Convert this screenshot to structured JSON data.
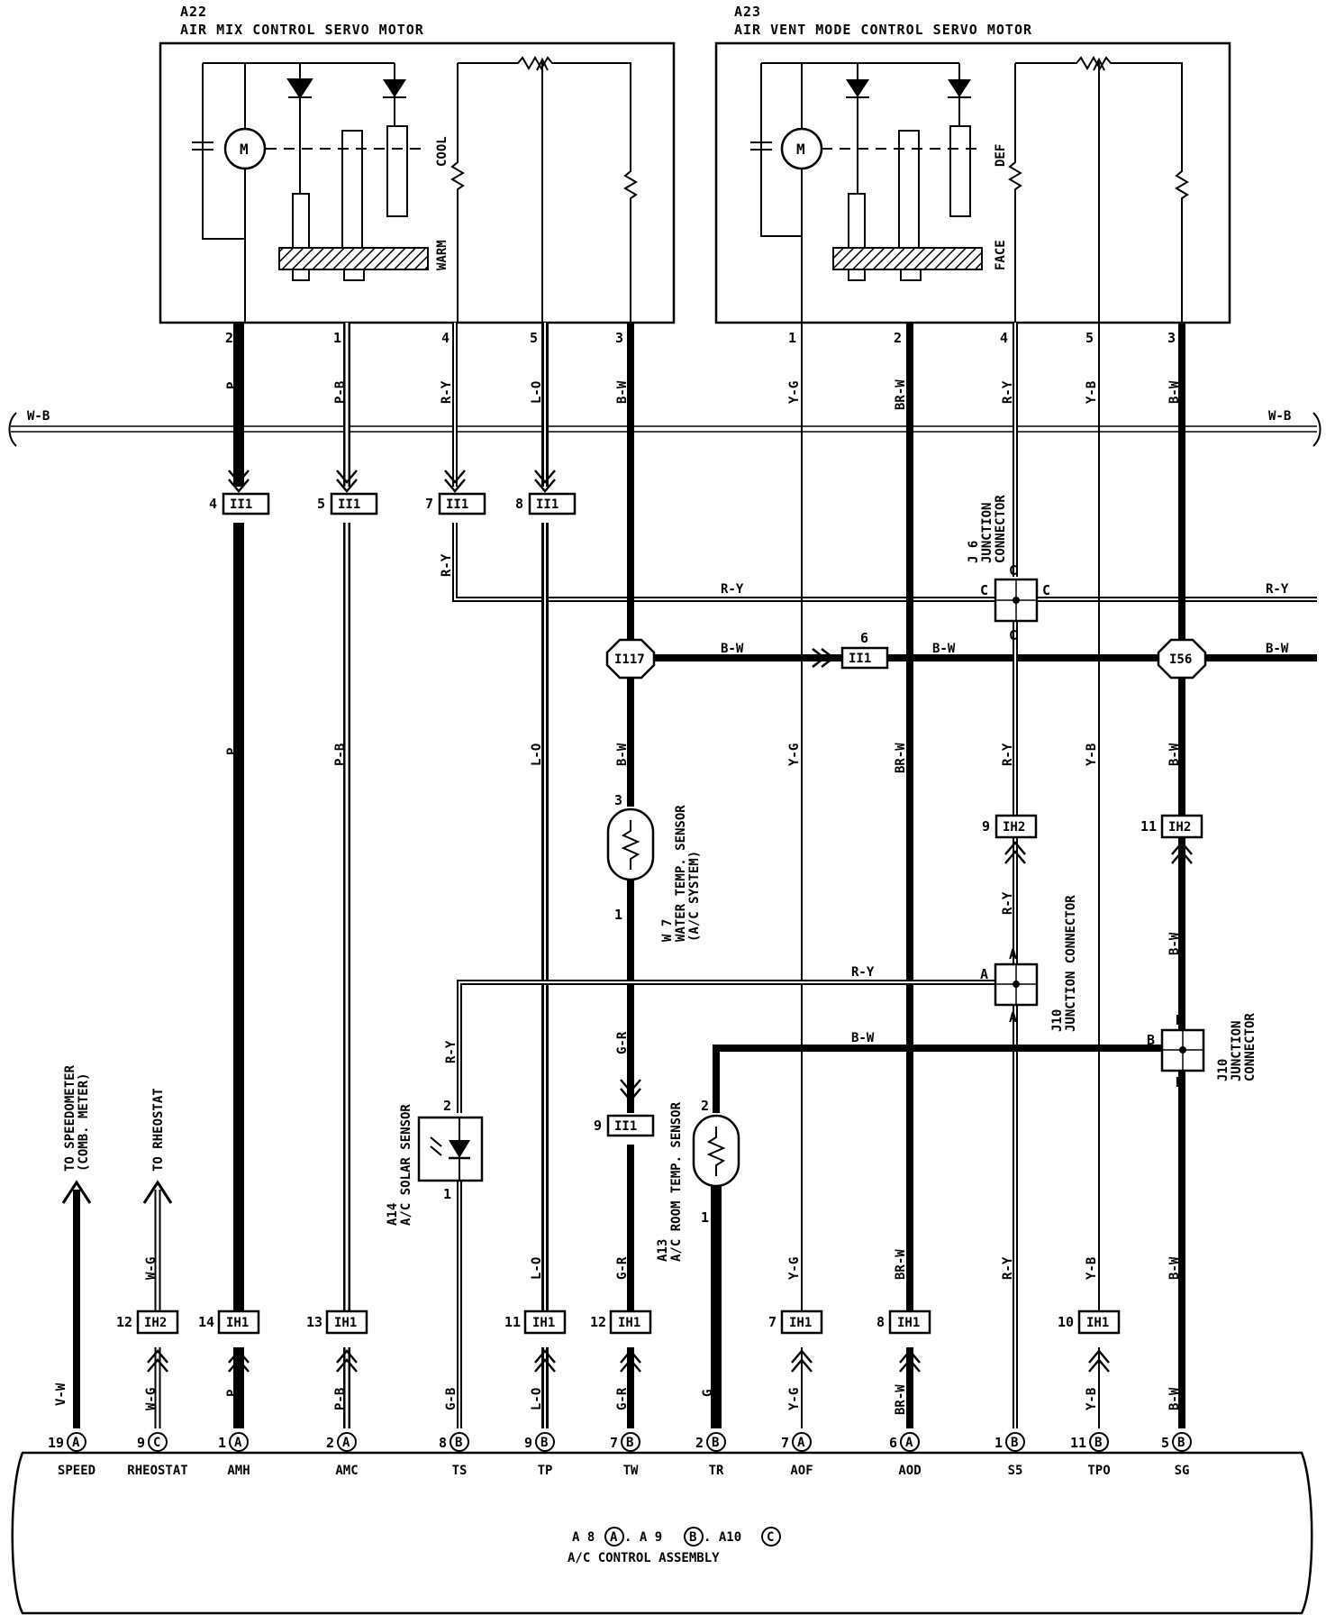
{
  "components": {
    "a22": {
      "id": "A22",
      "name": "AIR MIX CONTROL SERVO MOTOR",
      "cool": "COOL",
      "warm": "WARM",
      "motor": "M"
    },
    "a23": {
      "id": "A23",
      "name": "AIR VENT MODE CONTROL SERVO MOTOR",
      "def": "DEF",
      "face": "FACE",
      "motor": "M"
    },
    "w7": {
      "id": "W 7",
      "line1": "WATER TEMP. SENSOR",
      "line2": "(A/C SYSTEM)",
      "pin_top": "3",
      "pin_bottom": "1"
    },
    "a14": {
      "id": "A14",
      "line1": "A/C SOLAR SENSOR",
      "pin_top": "2",
      "pin_bottom": "1"
    },
    "a13": {
      "id": "A13",
      "line1": "A/C ROOM TEMP. SENSOR",
      "pin_top": "2",
      "pin_bottom": "1"
    },
    "j6": {
      "id": "J 6",
      "line1": "JUNCTION",
      "line2": "CONNECTOR",
      "pin": "C"
    },
    "j10a": {
      "id": "J10",
      "line1": "JUNCTION CONNECTOR",
      "pin": "A"
    },
    "j10b": {
      "id": "J10",
      "line1": "JUNCTION",
      "line2": "CONNECTOR",
      "pin": "B"
    },
    "assembly": {
      "ids_prefix": "A 8",
      "a": "A",
      "sep1": ". A 9",
      "b": "B",
      "sep2": ". A10",
      "c": "C",
      "name": "A/C CONTROL ASSEMBLY"
    }
  },
  "top_wires": [
    {
      "pin": "2",
      "color": "P"
    },
    {
      "pin": "1",
      "color": "P-B"
    },
    {
      "pin": "4",
      "color": "R-Y"
    },
    {
      "pin": "5",
      "color": "L-O"
    },
    {
      "pin": "3",
      "color": "B-W"
    },
    {
      "pin": "1",
      "color": "Y-G"
    },
    {
      "pin": "2",
      "color": "BR-W"
    },
    {
      "pin": "4",
      "color": "R-Y"
    },
    {
      "pin": "5",
      "color": "Y-B"
    },
    {
      "pin": "3",
      "color": "B-W"
    }
  ],
  "ground_bus": {
    "left": "W-B",
    "right": "W-B"
  },
  "ii1_connectors": [
    {
      "pin": "4",
      "name": "II1"
    },
    {
      "pin": "5",
      "name": "II1"
    },
    {
      "pin": "7",
      "name": "II1"
    },
    {
      "pin": "8",
      "name": "II1"
    },
    {
      "pin": "9",
      "name": "II1"
    },
    {
      "pin": "6",
      "name": "II1"
    }
  ],
  "splices": {
    "i117": "I117",
    "i56": "I56"
  },
  "horizontal_wires": {
    "ry_upper": "R-Y",
    "ry_right": "R-Y",
    "bw_left": "B-W",
    "bw_mid": "B-W",
    "bw_right": "B-W",
    "ry_j10": "R-Y",
    "bw_j10": "B-W"
  },
  "mid_wires": {
    "p": "P",
    "pb": "P-B",
    "ry_short": "R-Y",
    "lo": "L-O",
    "bw": "B-W",
    "yg": "Y-G",
    "brw": "BR-W",
    "ry_j6": "R-Y",
    "yb": "Y-B",
    "bw_i56": "B-W",
    "ry_ih2": "R-Y",
    "bw_ih2": "B-W",
    "ry_sensor": "R-Y",
    "gr": "G-R"
  },
  "ih2_connectors": [
    {
      "pin": "9",
      "name": "IH2"
    },
    {
      "pin": "11",
      "name": "IH2"
    },
    {
      "pin": "12",
      "name": "IH2"
    }
  ],
  "lower_wires": {
    "wg": "W-G",
    "lo": "L-O",
    "gr": "G-R",
    "yg": "Y-G",
    "brw": "BR-W",
    "ry": "R-Y",
    "yb": "Y-B",
    "bw": "B-W"
  },
  "ih1_connectors": [
    {
      "pin": "14",
      "name": "IH1"
    },
    {
      "pin": "13",
      "name": "IH1"
    },
    {
      "pin": "11",
      "name": "IH1"
    },
    {
      "pin": "12",
      "name": "IH1"
    },
    {
      "pin": "7",
      "name": "IH1"
    },
    {
      "pin": "8",
      "name": "IH1"
    },
    {
      "pin": "10",
      "name": "IH1"
    }
  ],
  "bottom_wire_colors": [
    "V-W",
    "W-G",
    "P",
    "P-B",
    "G-B",
    "L-O",
    "G-R",
    "G",
    "Y-G",
    "BR-W",
    "Y-B",
    "B-W"
  ],
  "destinations": {
    "speedometer_1": "TO SPEEDOMETER",
    "speedometer_2": "(COMB. METER)",
    "rheostat": "TO RHEOSTAT"
  },
  "terminals": [
    {
      "pin": "19",
      "conn": "A",
      "name": "SPEED"
    },
    {
      "pin": "9",
      "conn": "C",
      "name": "RHEOSTAT"
    },
    {
      "pin": "1",
      "conn": "A",
      "name": "AMH"
    },
    {
      "pin": "2",
      "conn": "A",
      "name": "AMC"
    },
    {
      "pin": "8",
      "conn": "B",
      "name": "TS"
    },
    {
      "pin": "9",
      "conn": "B",
      "name": "TP"
    },
    {
      "pin": "7",
      "conn": "B",
      "name": "TW"
    },
    {
      "pin": "2",
      "conn": "B",
      "name": "TR"
    },
    {
      "pin": "7",
      "conn": "A",
      "name": "AOF"
    },
    {
      "pin": "6",
      "conn": "A",
      "name": "AOD"
    },
    {
      "pin": "1",
      "conn": "B",
      "name": "S5"
    },
    {
      "pin": "11",
      "conn": "B",
      "name": "TPO"
    },
    {
      "pin": "5",
      "conn": "B",
      "name": "SG"
    }
  ]
}
